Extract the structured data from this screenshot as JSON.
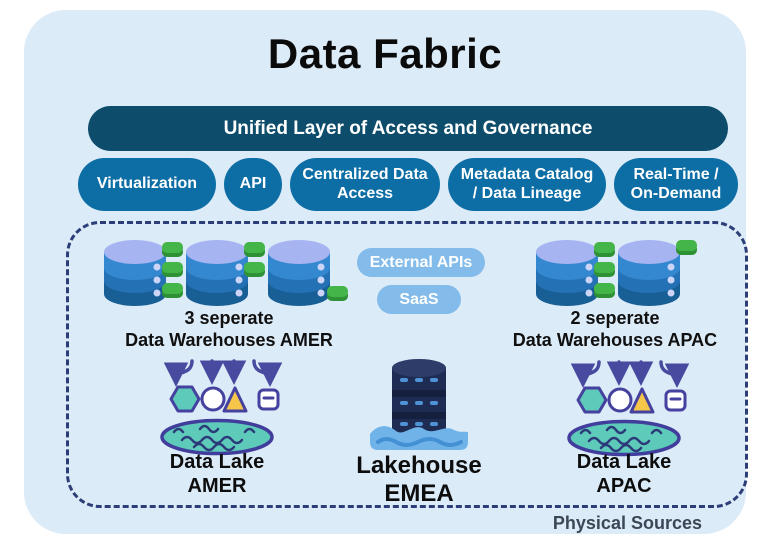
{
  "title": "Data Fabric",
  "governance_banner": "Unified Layer of Access and Governance",
  "capability_pills": [
    "Virtualization",
    "API",
    "Centralized Data\nAccess",
    "Metadata Catalog\n/ Data Lineage",
    "Real-Time /\nOn-Demand"
  ],
  "physical_sources": {
    "section_label": "Physical Sources",
    "warehouses_amer_label": "3 seperate\nData Warehouses AMER",
    "warehouses_apac_label": "2 seperate\nData Warehouses APAC",
    "external_apis_pill": "External APIs",
    "saas_pill": "SaaS",
    "data_lake_amer_label": "Data Lake\nAMER",
    "lakehouse_emea_label": "Lakehouse\nEMEA",
    "data_lake_apac_label": "Data Lake\nAPAC"
  },
  "icons": {
    "warehouse": "database-stack-with-green-nodes-icon",
    "data_lake": "arrows-flowing-into-lake-icon",
    "lakehouse": "database-on-water-icon"
  },
  "colors": {
    "card_bg": "#dcebf8",
    "banner_bg": "#0d4d6b",
    "capability_pill_bg": "#0d6ea6",
    "light_pill_bg": "#83bbea",
    "dashed_border": "#2c3e78",
    "warehouse_band_blue": "#3488cf",
    "warehouse_top_lavender": "#a7b4f2",
    "node_green": "#44b549",
    "lake_teal": "#5ecab9",
    "shape_outline_indigo": "#45419f",
    "triangle_yellow": "#f6c64a",
    "lakehouse_navy": "#1e2b52",
    "water_blue": "#6fb3e8",
    "section_label_color": "#3b4757"
  }
}
